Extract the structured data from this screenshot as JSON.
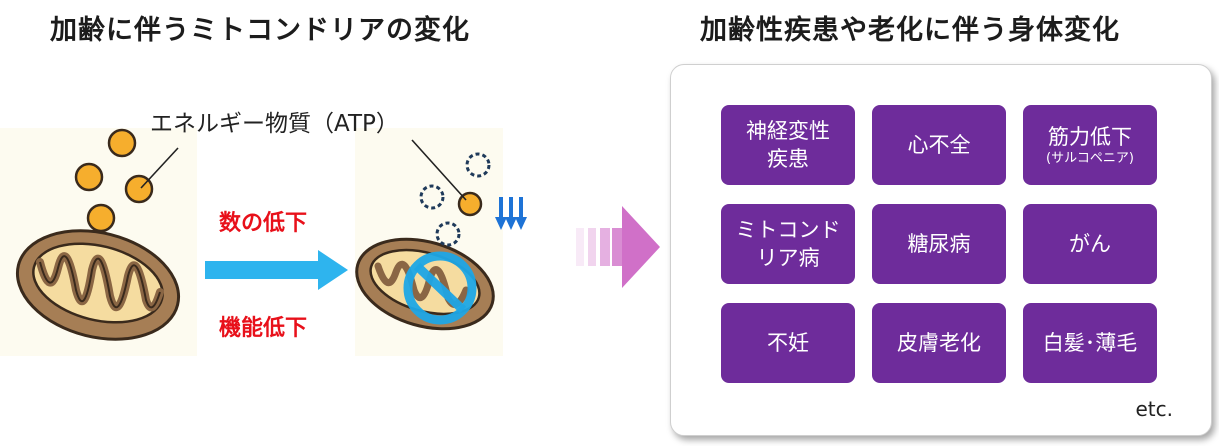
{
  "headings": {
    "left": "加齢に伴うミトコンドリアの変化",
    "right": "加齢性疾患や老化に伴う身体変化"
  },
  "atp_label": "エネルギー物質（ATP）",
  "arrow_labels": {
    "top": "数の低下",
    "bottom": "機能低下"
  },
  "diseases": [
    {
      "name": "神経変性\n疾患",
      "sub": ""
    },
    {
      "name": "心不全",
      "sub": ""
    },
    {
      "name": "筋力低下",
      "sub": "(サルコペニア)"
    },
    {
      "name": "ミトコンド\nリア病",
      "sub": ""
    },
    {
      "name": "糖尿病",
      "sub": ""
    },
    {
      "name": "がん",
      "sub": ""
    },
    {
      "name": "不妊",
      "sub": ""
    },
    {
      "name": "皮膚老化",
      "sub": ""
    },
    {
      "name": "白髪･薄毛",
      "sub": ""
    }
  ],
  "etc_label": "etc.",
  "colors": {
    "heading_text": "#1c1c1c",
    "red_label": "#e8101a",
    "blue_arrow": "#2eb4ee",
    "tile_purple": "#6e2c9b",
    "atp_orange": "#f6ae2d",
    "mito_brown": "#a67e55",
    "prohibit_blue": "#1ea6e6",
    "pink_arrow": "#d070c8",
    "down_arrows_blue": "#1e73d6"
  }
}
